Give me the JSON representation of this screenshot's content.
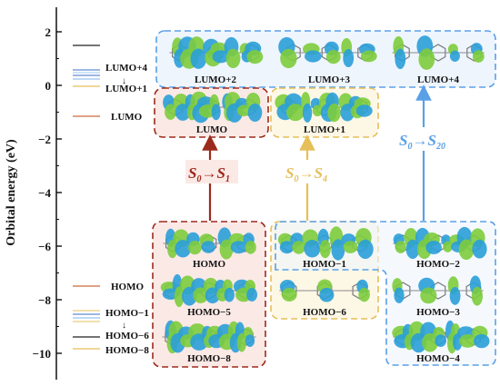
{
  "axis": {
    "ylabel": "Orbital energy (eV)",
    "ticks": [
      {
        "value": 2,
        "label": "2"
      },
      {
        "value": 0,
        "label": "0"
      },
      {
        "value": -2,
        "label": "−2"
      },
      {
        "value": -4,
        "label": "−4"
      },
      {
        "value": -6,
        "label": "−6"
      },
      {
        "value": -8,
        "label": "−8"
      },
      {
        "value": -10,
        "label": "−10"
      }
    ],
    "ylim": [
      -11,
      2.8
    ]
  },
  "levels": {
    "LUMO+4": "LUMO+4",
    "LUMO+1": "LUMO+1",
    "LUMO": "LUMO",
    "HOMO": "HOMO",
    "HOMO-1": "HOMO−1",
    "HOMO-6": "HOMO−6",
    "HOMO-8": "HOMO−8"
  },
  "orbitals": {
    "lumo2": "LUMO+2",
    "lumo3": "LUMO+3",
    "lumo4": "LUMO+4",
    "lumo": "LUMO",
    "lumo1": "LUMO+1",
    "homo": "HOMO",
    "homo1": "HOMO−1",
    "homo2": "HOMO−2",
    "homo5": "HOMO−5",
    "homo6": "HOMO−6",
    "homo3": "HOMO−3",
    "homo8": "HOMO−8",
    "homo4": "HOMO−4"
  },
  "transitions": {
    "s1": {
      "from": "S",
      "from_sub": "0",
      "to": "S",
      "to_sub": "1"
    },
    "s4": {
      "from": "S",
      "from_sub": "0",
      "to": "S",
      "to_sub": "4"
    },
    "s20": {
      "from": "S",
      "from_sub": "0",
      "to": "S",
      "to_sub": "20"
    }
  },
  "colors": {
    "s1": "#9c2a1c",
    "s4": "#e6bf5a",
    "s20": "#5aa0e6",
    "lobe_blue": "#2a9fd8",
    "lobe_green": "#7dcc3c"
  }
}
